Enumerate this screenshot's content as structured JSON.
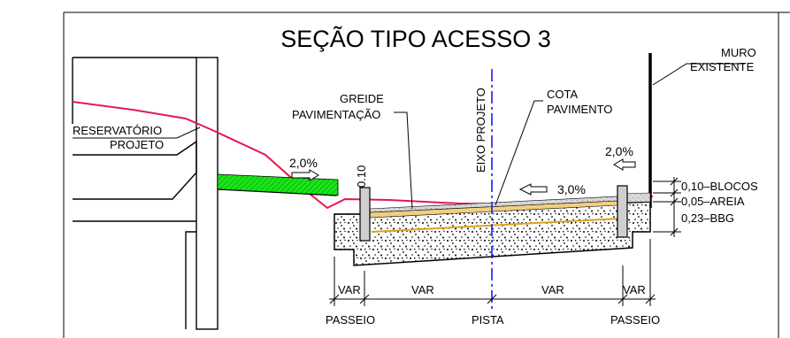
{
  "title": "SEÇÃO TIPO ACESSO 3",
  "labels": {
    "muro_line1": "MURO",
    "muro_line2": "EXISTENTE",
    "reservatorio_line1": "RESERVATÓRIO",
    "reservatorio_line2": "PROJETO",
    "greide_line1": "GREIDE",
    "greide_line2": "PAVIMENTAÇÃO",
    "eixo": "EIXO PROJETO",
    "cota_line1": "COTA",
    "cota_line2": "PAVIMENTO",
    "slope_left": "2,0%",
    "slope_center": "3,0%",
    "slope_right": "2,0%",
    "curb_height": "0.10"
  },
  "layers": [
    {
      "label": "0,10–BLOCOS"
    },
    {
      "label": "0,05–AREIA"
    },
    {
      "label": "0,23–BBG"
    }
  ],
  "dimensions": {
    "segments": [
      "VAR",
      "VAR",
      "VAR",
      "VAR"
    ],
    "bottom": [
      "PASSEIO",
      "PISTA",
      "PASSEIO"
    ]
  },
  "colors": {
    "terrain": "#e8174f",
    "grass": "#19e619",
    "axis": "#1a1aff",
    "sand": "#f0d080",
    "paving": "#d8d8d8"
  }
}
